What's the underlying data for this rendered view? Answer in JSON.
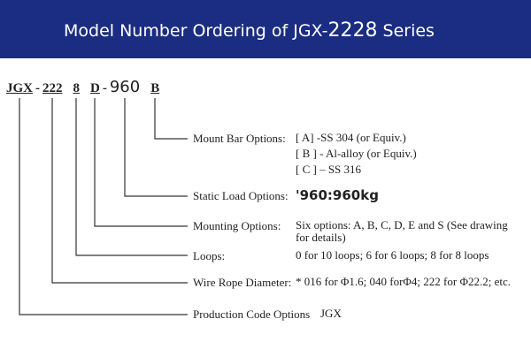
{
  "banner": {
    "title_prefix": "Model Number  Ordering  of JGX-",
    "title_number": "2228",
    "title_suffix": "Series",
    "color": "#1b2d82"
  },
  "code": {
    "part1": "JGX",
    "dash1": "-",
    "part2": "222",
    "part3": "8",
    "part4": "D",
    "dash2": "-",
    "part5": "960",
    "part6": "B"
  },
  "rows": [
    {
      "label": "Mount Bar Options:",
      "values": [
        "[ A] -SS 304 (or Equiv.)",
        "[ B ] - Al-alloy (or Equiv.)",
        "[ C ] – SS 316"
      ]
    },
    {
      "label": "Static Load Options:",
      "values": [
        "'960:960kg"
      ]
    },
    {
      "label": "Mounting Options:",
      "values": [
        "Six options: A, B, C, D, E and S (See drawing for details)"
      ]
    },
    {
      "label": "Loops:",
      "values": [
        "0 for 10 loops; 6 for 6 loops; 8 for 8 loops"
      ]
    },
    {
      "label": "Wire Rope Diameter:",
      "values": [
        "* 016 for Φ1.6; 040 forΦ4; 222 for Φ22.2; etc."
      ]
    },
    {
      "label": "Production Code Options",
      "values": [
        "JGX"
      ]
    }
  ]
}
